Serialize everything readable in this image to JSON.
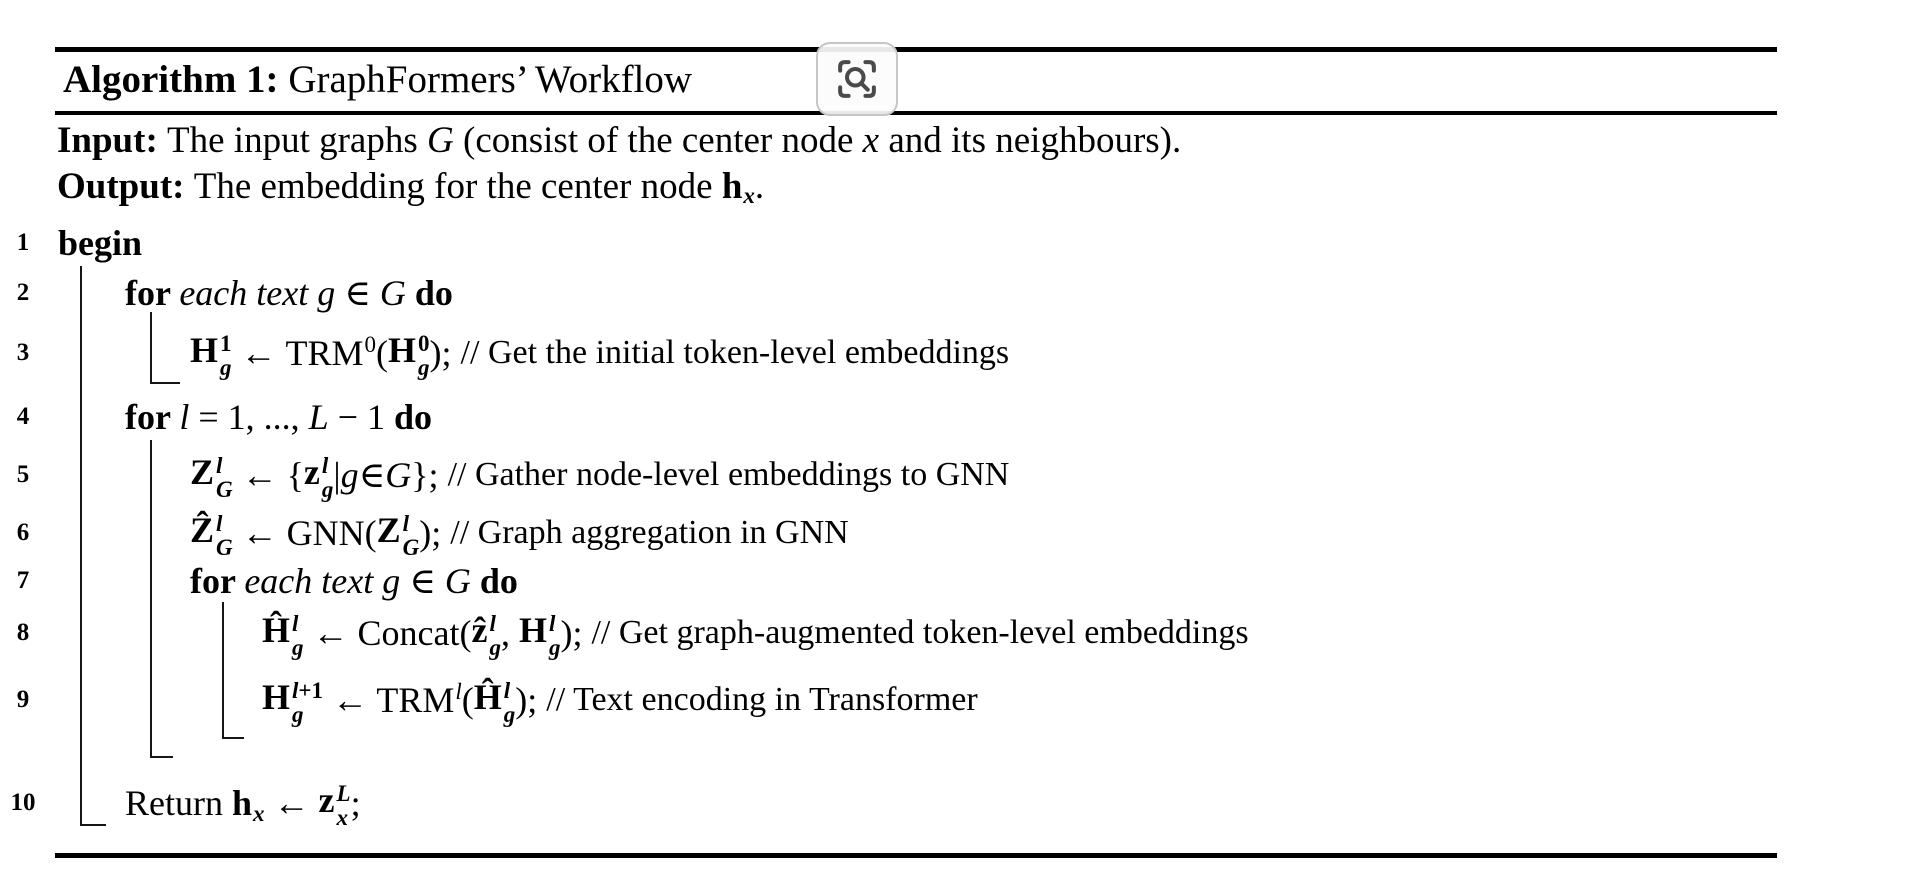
{
  "title": {
    "label": "Algorithm 1:",
    "name": " GraphFormers’ Workflow"
  },
  "zoom_button": {
    "icon": "magnifier-scan-icon",
    "icon_color": "#4a4a4a",
    "border_color": "#c6c6c6"
  },
  "colors": {
    "text": "#000000",
    "rule": "#000000",
    "background": "#ffffff"
  },
  "io": {
    "input": [
      {
        "t": "Input: ",
        "s": "kw"
      },
      {
        "t": "The input graphs ",
        "s": "rm"
      },
      {
        "t": "G",
        "s": "mi"
      },
      {
        "t": " (consist of the center node ",
        "s": "rm"
      },
      {
        "t": "x",
        "s": "mi"
      },
      {
        "t": " and its neighbours).",
        "s": "rm"
      }
    ],
    "output": [
      {
        "t": "Output: ",
        "s": "kw"
      },
      {
        "t": "The embedding for the center node ",
        "s": "rm"
      },
      {
        "t": "h",
        "s": "mb",
        "sub": "x"
      },
      {
        "t": ".",
        "s": "rm"
      }
    ]
  },
  "lines": [
    {
      "no": "1",
      "indent": 0,
      "segments": [
        {
          "t": "begin",
          "s": "kw"
        }
      ]
    },
    {
      "no": "2",
      "indent": 1,
      "segments": [
        {
          "t": "for ",
          "s": "kw"
        },
        {
          "t": "each text g ",
          "s": "it"
        },
        {
          "t": "∈ ",
          "s": "rm"
        },
        {
          "t": "G ",
          "s": "mi"
        },
        {
          "t": "do",
          "s": "kw"
        }
      ]
    },
    {
      "no": "3",
      "indent": 2,
      "segments": [
        {
          "t": "H",
          "s": "mb",
          "sup": "1",
          "sub": "g"
        },
        {
          "t": " ← ",
          "s": "rm"
        },
        {
          "t": "TRM",
          "s": "rm",
          "sup": "0"
        },
        {
          "t": "(",
          "s": "rm"
        },
        {
          "t": "H",
          "s": "mb",
          "sup": "0",
          "sub": "g"
        },
        {
          "t": "); ",
          "s": "rm"
        },
        {
          "t": "// Get the initial token-level embeddings",
          "s": "cm"
        }
      ]
    },
    {
      "no": "4",
      "indent": 1,
      "segments": [
        {
          "t": "for ",
          "s": "kw"
        },
        {
          "t": "l",
          "s": "mi"
        },
        {
          "t": " = 1, ..., ",
          "s": "rm"
        },
        {
          "t": "L",
          "s": "mi"
        },
        {
          "t": " − 1 ",
          "s": "rm"
        },
        {
          "t": "do",
          "s": "kw"
        }
      ]
    },
    {
      "no": "5",
      "indent": 2,
      "segments": [
        {
          "t": "Z",
          "s": "mb",
          "sup": "l",
          "sub": "G"
        },
        {
          "t": " ← {",
          "s": "rm"
        },
        {
          "t": "z",
          "s": "mb",
          "sup": "l",
          "sub": "g"
        },
        {
          "t": "|",
          "s": "rm"
        },
        {
          "t": "g",
          "s": "mi"
        },
        {
          "t": "∈",
          "s": "rm"
        },
        {
          "t": "G",
          "s": "mi"
        },
        {
          "t": "}; ",
          "s": "rm"
        },
        {
          "t": "// Gather node-level embeddings to GNN",
          "s": "cm"
        }
      ]
    },
    {
      "no": "6",
      "indent": 2,
      "segments": [
        {
          "t": "Ẑ",
          "s": "mb",
          "sup": "l",
          "sub": "G"
        },
        {
          "t": " ← GNN(",
          "s": "rm"
        },
        {
          "t": "Z",
          "s": "mb",
          "sup": "l",
          "sub": "G"
        },
        {
          "t": "); ",
          "s": "rm"
        },
        {
          "t": "// Graph aggregation in GNN",
          "s": "cm"
        }
      ]
    },
    {
      "no": "7",
      "indent": 2,
      "segments": [
        {
          "t": "for ",
          "s": "kw"
        },
        {
          "t": "each text g ",
          "s": "it"
        },
        {
          "t": "∈ ",
          "s": "rm"
        },
        {
          "t": "G ",
          "s": "mi"
        },
        {
          "t": "do",
          "s": "kw"
        }
      ]
    },
    {
      "no": "8",
      "indent": 3,
      "segments": [
        {
          "t": "Ĥ",
          "s": "mb",
          "sup": "l",
          "sub": "g"
        },
        {
          "t": " ← Concat(",
          "s": "rm"
        },
        {
          "t": "ẑ",
          "s": "mb",
          "sup": "l",
          "sub": "g"
        },
        {
          "t": ", ",
          "s": "rm"
        },
        {
          "t": "H",
          "s": "mb",
          "sup": "l",
          "sub": "g"
        },
        {
          "t": "); ",
          "s": "rm"
        },
        {
          "t": "// Get graph-augmented token-level embeddings",
          "s": "cm"
        }
      ]
    },
    {
      "no": "9",
      "indent": 3,
      "segments": [
        {
          "t": "H",
          "s": "mb",
          "sup": "l+1",
          "sub": "g"
        },
        {
          "t": " ← TRM",
          "s": "rm",
          "sup": "l"
        },
        {
          "t": "(",
          "s": "rm"
        },
        {
          "t": "Ĥ",
          "s": "mb",
          "sup": "l",
          "sub": "g"
        },
        {
          "t": "); ",
          "s": "rm"
        },
        {
          "t": "// Text encoding in Transformer",
          "s": "cm"
        }
      ]
    },
    {
      "no": "10",
      "indent": 1,
      "segments": [
        {
          "t": "Return ",
          "s": "rm"
        },
        {
          "t": "h",
          "s": "mb",
          "sub": "x"
        },
        {
          "t": " ← ",
          "s": "rm"
        },
        {
          "t": "z",
          "s": "mb",
          "sup": "L",
          "sub": "x"
        },
        {
          "t": ";",
          "s": "rm"
        }
      ]
    }
  ]
}
